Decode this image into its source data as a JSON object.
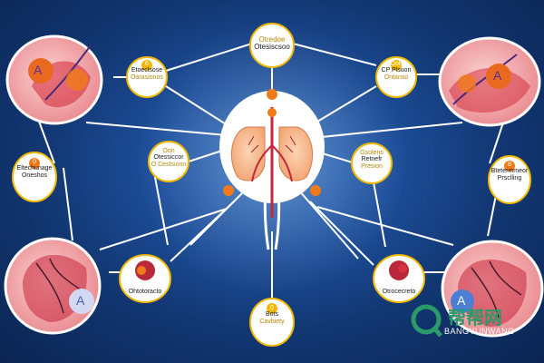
{
  "nodes": {
    "top": {
      "line1": "Otredoe",
      "line2": "Otesiscsoo"
    },
    "upper_left": {
      "icon": "6",
      "line1": "Etoeclsose",
      "line2": "Oarasionos"
    },
    "upper_right": {
      "icon": "Oon",
      "line1": "CP Plsuon",
      "line2": "Ontanso"
    },
    "mid_left": {
      "line1": "Oon",
      "line2": "Otessiccor",
      "line3": "O Cestsionn"
    },
    "mid_right": {
      "line1": "Gsolens",
      "line2": "Retnefr",
      "line3": "Presion"
    },
    "far_left": {
      "icon": "0",
      "line1": "Eltechunage",
      "line2": "Oneshos"
    },
    "far_right": {
      "icon": "8",
      "line1": "Btetermmeor",
      "line2": "Prsclling"
    },
    "lower_left": {
      "line1": "Ohtotoracto"
    },
    "lower_right": {
      "line1": "Otrocecreto"
    },
    "bottom": {
      "icon": "0",
      "line1": "Bots",
      "line2": "Cavbiety"
    }
  },
  "organ_markers": {
    "top_left": "A",
    "top_right": "A",
    "bottom_left": "A",
    "bottom_right": "A"
  },
  "watermark": {
    "chinese": "帮帮网",
    "latin": "BANGYUNWANG"
  },
  "colors": {
    "background_center": "#2e6fc0",
    "background_edge": "#0b2452",
    "node_border": "#f2b900",
    "node_fill": "#ffffff",
    "accent_orange": "#f07a1a",
    "organ_pink": "#f4b3b7",
    "organ_red": "#c8243a",
    "connector": "#ffffff"
  }
}
